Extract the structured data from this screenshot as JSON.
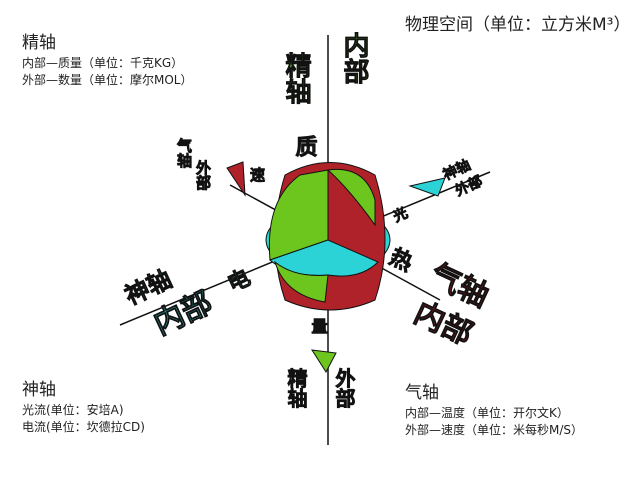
{
  "title": "物理空间（单位：立方米M³）",
  "blocks": {
    "jing": {
      "heading": "精轴",
      "lines": [
        "内部—质量（单位：千克KG）",
        "外部—数量（单位：摩尔MOL）"
      ]
    },
    "shen": {
      "heading": "神轴",
      "lines": [
        "光流(单位：安培A)",
        "电流(单位：坎德拉CD)"
      ]
    },
    "qi": {
      "heading": "气轴",
      "lines": [
        "内部—温度（单位：开尔文K）",
        "外部—速度（单位：米每秒M/S）"
      ]
    }
  },
  "axis_labels": {
    "top_a": "精轴",
    "top_b": "内部",
    "top_short": "质",
    "bottom_a": "精轴",
    "bottom_b": "外部",
    "bottom_short": "量",
    "left_a": "神轴",
    "left_b": "内部",
    "left_short": "电",
    "right_a": "神轴",
    "right_b": "外部",
    "right_short": "光",
    "lr_a": "气轴",
    "lr_b": "内部",
    "lr_short": "热",
    "ul_a": "气轴",
    "ul_b": "外部",
    "ul_short": "速"
  },
  "colors": {
    "red": "#b0222a",
    "green": "#6cc61e",
    "cyan": "#2bd3d6",
    "jing_text": "#3f8a1e",
    "shen_text": "#2bb8b8",
    "qi_text": "#9a1c22"
  }
}
